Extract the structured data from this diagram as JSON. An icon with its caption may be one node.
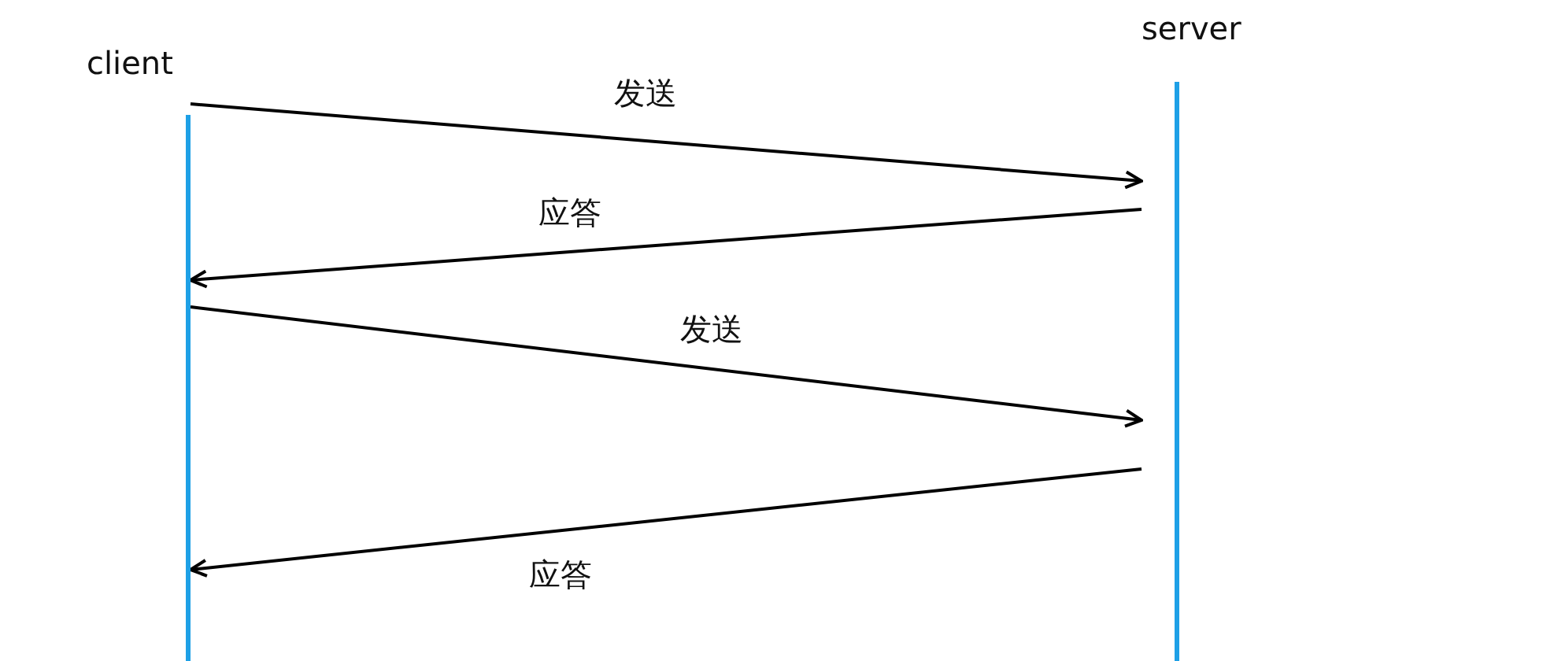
{
  "diagram": {
    "nodes": [
      {
        "text": [
          "client"
        ]
      },
      {
        "text": [
          "server"
        ]
      }
    ],
    "edges": [
      {
        "from": 0,
        "to": 1,
        "arrow": "to",
        "label": "发送"
      },
      {
        "from": 1,
        "to": 0,
        "arrow": "to",
        "label": "应答"
      },
      {
        "from": 0,
        "to": 1,
        "arrow": "to",
        "label": "发送"
      },
      {
        "from": 1,
        "to": 0,
        "arrow": "to",
        "label": "应答"
      }
    ]
  }
}
